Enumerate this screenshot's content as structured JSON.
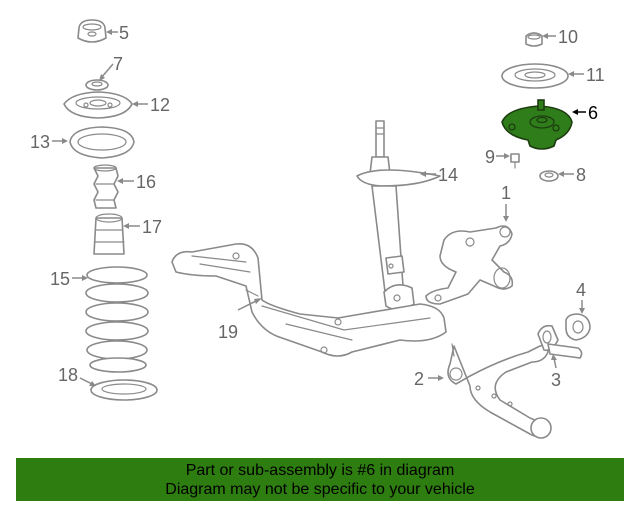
{
  "diagram": {
    "highlighted_part": "6",
    "callouts": [
      {
        "id": "1",
        "label": "1"
      },
      {
        "id": "2",
        "label": "2"
      },
      {
        "id": "3",
        "label": "3"
      },
      {
        "id": "4",
        "label": "4"
      },
      {
        "id": "5",
        "label": "5"
      },
      {
        "id": "6",
        "label": "6"
      },
      {
        "id": "7",
        "label": "7"
      },
      {
        "id": "8",
        "label": "8"
      },
      {
        "id": "9",
        "label": "9"
      },
      {
        "id": "10",
        "label": "10"
      },
      {
        "id": "11",
        "label": "11"
      },
      {
        "id": "12",
        "label": "12"
      },
      {
        "id": "13",
        "label": "13"
      },
      {
        "id": "14",
        "label": "14"
      },
      {
        "id": "15",
        "label": "15"
      },
      {
        "id": "16",
        "label": "16"
      },
      {
        "id": "17",
        "label": "17"
      },
      {
        "id": "18",
        "label": "18"
      },
      {
        "id": "19",
        "label": "19"
      }
    ]
  },
  "banner": {
    "line1": "Part or sub-assembly is #6 in diagram",
    "line2": "Diagram may not be specific to your vehicle",
    "color": "#2e7d10"
  },
  "colors": {
    "highlight_fill": "#2f7d1a",
    "line_gray": "#8a8a8a"
  }
}
